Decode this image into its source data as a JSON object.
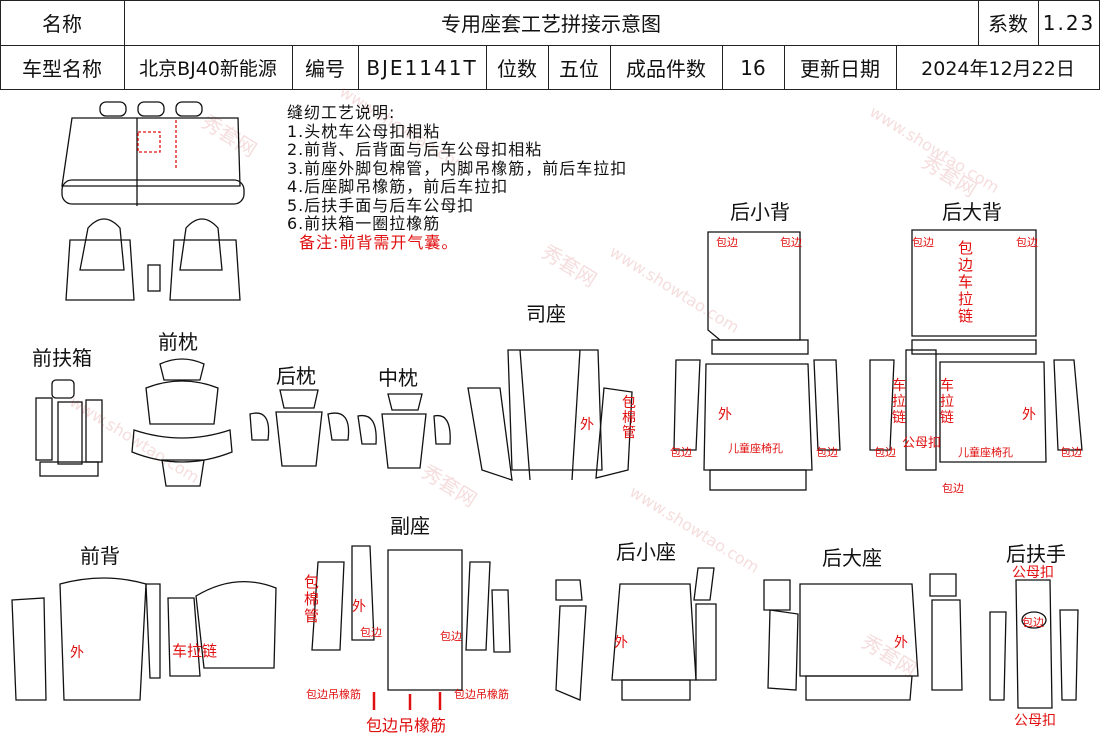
{
  "header": {
    "name_label": "名称",
    "title": "专用座套工艺拼接示意图",
    "coef_label": "系数",
    "coef_value": "1.23",
    "model_label": "车型名称",
    "model_value": "北京BJ40新能源",
    "code_label": "编号",
    "code_value": "BJE1141T",
    "seats_label": "位数",
    "seats_value": "五位",
    "pieces_label": "成品件数",
    "pieces_value": "16",
    "date_label": "更新日期",
    "date_value": "2024年12月22日"
  },
  "notes": {
    "title": "缝纫工艺说明:",
    "items": [
      "1.头枕车公母扣相粘",
      "2.前背、后背面与后车公母扣相粘",
      "3.前座外脚包棉管，内脚吊橡筋，前后车拉扣",
      "4.后座脚吊橡筋，前后车拉扣",
      "5.后扶手面与后车公母扣",
      "6.前扶箱一圈拉橡筋"
    ],
    "remark": "备注:前背需开气囊。"
  },
  "sections": {
    "front_armbox": "前扶箱",
    "front_headrest": "前枕",
    "rear_headrest": "后枕",
    "mid_headrest": "中枕",
    "driver_seat": "司座",
    "small_rear_back": "后小背",
    "big_rear_back": "后大背",
    "front_back": "前背",
    "passenger_seat": "副座",
    "small_rear_seat": "后小座",
    "big_rear_seat": "后大座",
    "rear_armrest": "后扶手"
  },
  "annotations": {
    "outer": "外",
    "edge": "包边",
    "cotton_tube": [
      "包",
      "棉",
      "管"
    ],
    "zipper_vertical": [
      "车",
      "拉",
      "链"
    ],
    "edge_zip_vertical": [
      "包",
      "边",
      "车",
      "拉",
      "链"
    ],
    "child_seat_hole": "儿童座椅孔",
    "snap": "公母扣",
    "car_zipper": "车拉链",
    "edge_elastic": "包边吊橡筋"
  },
  "watermark": {
    "text1": "秀套网",
    "text2": "www.showtao.com"
  }
}
